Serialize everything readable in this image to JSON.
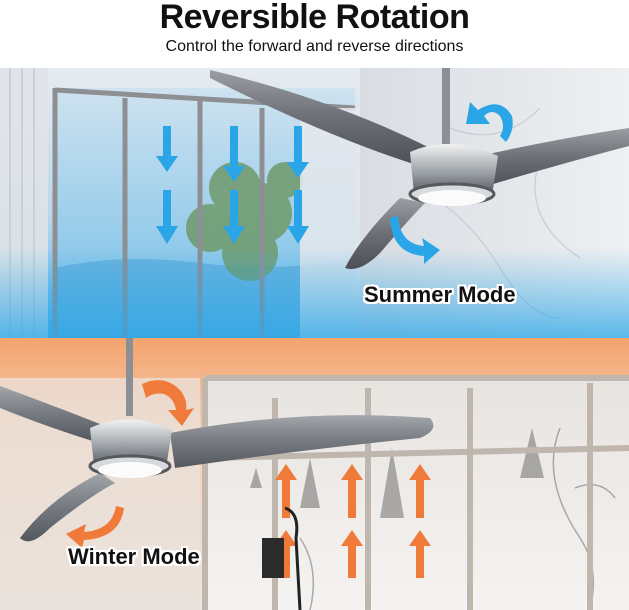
{
  "header": {
    "title": "Reversible Rotation",
    "subtitle": "Control the forward and reverse directions"
  },
  "summer": {
    "label": "Summer Mode",
    "arrow_color": "#2aa6e8",
    "arrow_direction": "down"
  },
  "winter": {
    "label": "Winter Mode",
    "arrow_color": "#f07a3a",
    "arrow_direction": "up"
  },
  "icons": [
    "ceiling-fan-icon",
    "rotation-arrow-icon",
    "airflow-arrow-icon"
  ]
}
